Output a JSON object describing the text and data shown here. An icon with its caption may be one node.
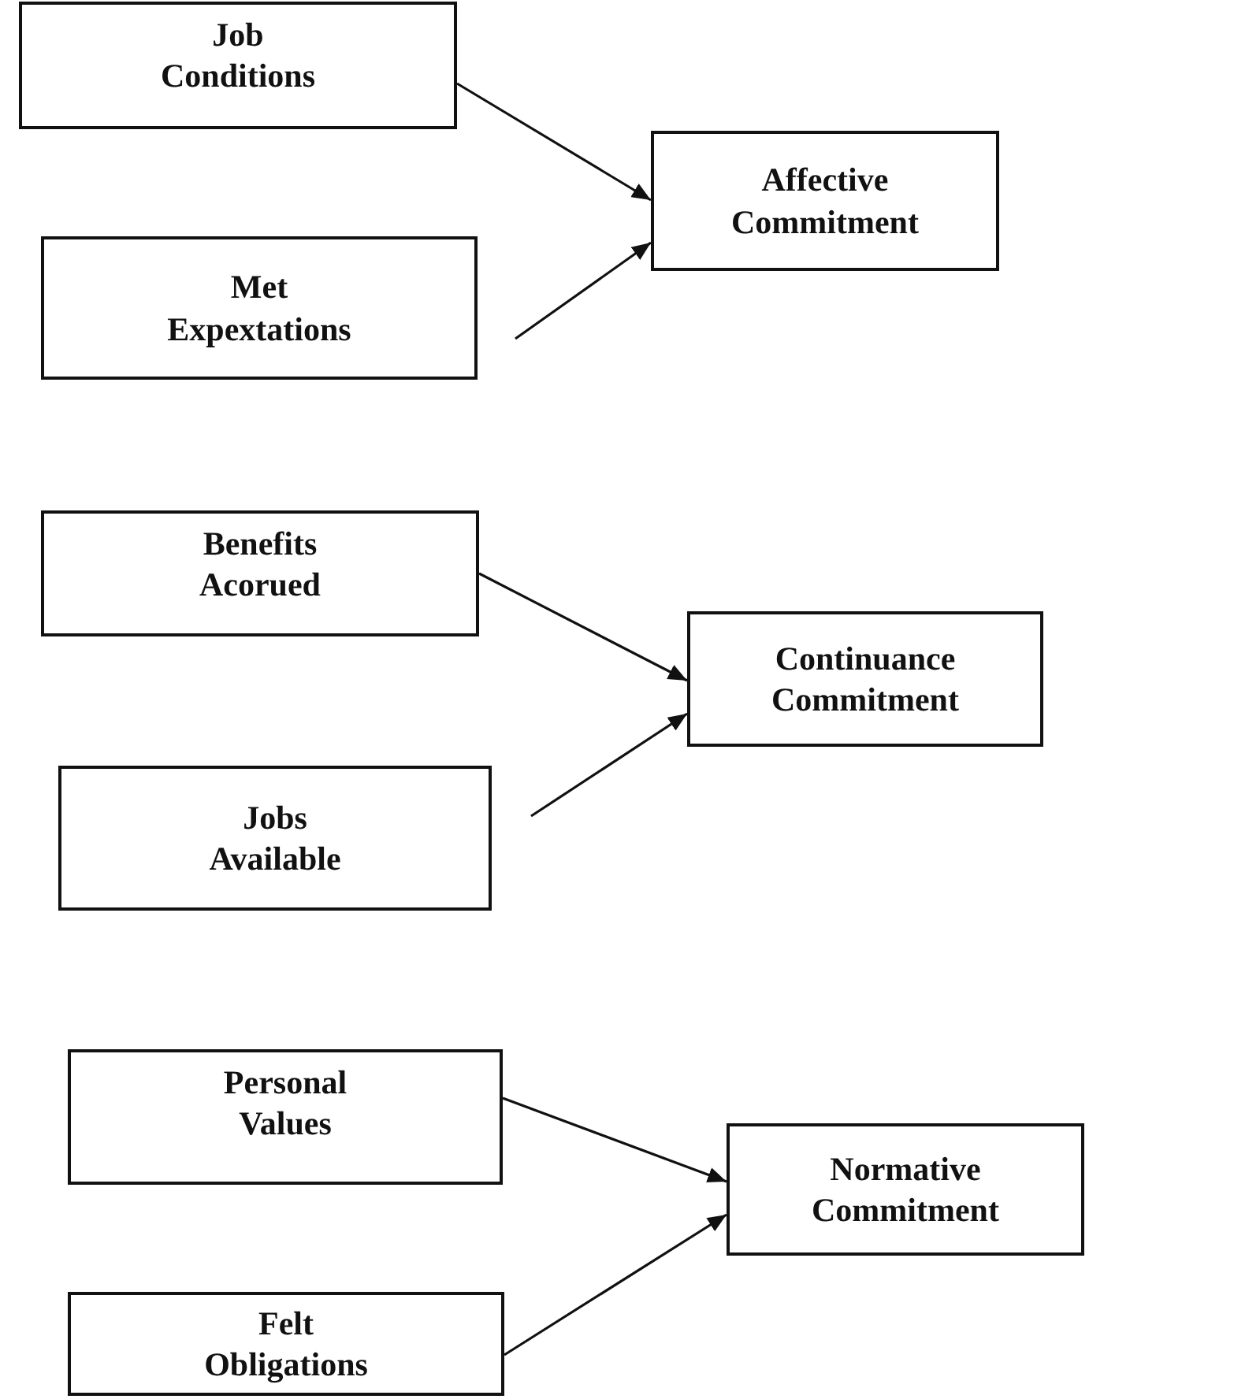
{
  "diagram": {
    "nodes": [
      {
        "text": [
          "Job Conditions"
        ]
      },
      {
        "text": [
          "Met Expextations"
        ]
      },
      {
        "text": [
          "Affective Commitment"
        ]
      },
      {
        "text": [
          "Benefits Acorued"
        ]
      },
      {
        "text": [
          "Jobs Available"
        ]
      },
      {
        "text": [
          "Continuance Commitment"
        ]
      },
      {
        "text": [
          "Personal Values"
        ]
      },
      {
        "text": [
          "Felt Obligations"
        ]
      },
      {
        "text": [
          "Normative Commitment"
        ]
      }
    ],
    "edges": [
      {
        "from": 0,
        "to": 2,
        "arrow": "to"
      },
      {
        "from": 1,
        "to": 2,
        "arrow": "to"
      },
      {
        "from": 3,
        "to": 5,
        "arrow": "to"
      },
      {
        "from": 4,
        "to": 5,
        "arrow": "to"
      },
      {
        "from": 6,
        "to": 8,
        "arrow": "to"
      },
      {
        "from": 7,
        "to": 8,
        "arrow": "to"
      }
    ]
  }
}
